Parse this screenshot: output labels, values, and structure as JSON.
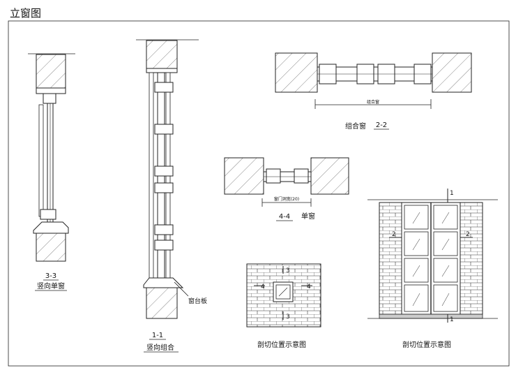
{
  "sheet_title": "立窗图",
  "labels": {
    "section_3_3": {
      "code": "3-3",
      "name": "竖向单窗"
    },
    "section_1_1": {
      "code": "1-1",
      "name": "竖向组合"
    },
    "sill_note": "窗台板",
    "section_2_2": {
      "code": "2-2",
      "name": "组合窗"
    },
    "combo_dim": "组合窗",
    "section_4_4": {
      "code": "4-4",
      "name": "单窗"
    },
    "single_dim": "窗门洞宽(20)",
    "cut_small": {
      "caption": "剖切位置示意图",
      "top": "3",
      "bottom": "3",
      "left": "4",
      "right": "4"
    },
    "cut_large": {
      "caption": "剖切位置示意图",
      "top": "1",
      "bottom": "1",
      "left": "2",
      "right": "2"
    }
  }
}
